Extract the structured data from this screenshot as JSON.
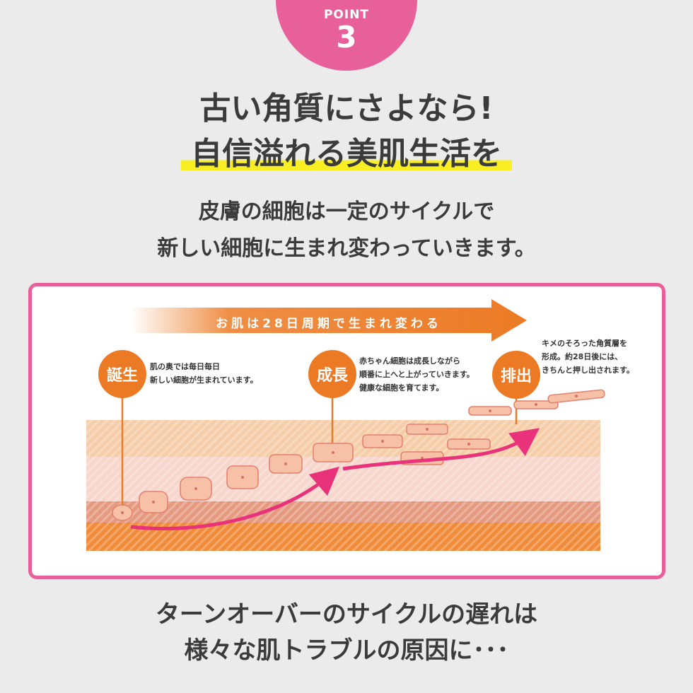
{
  "badge": {
    "label": "POINT",
    "number": "3"
  },
  "title": {
    "line1": "古い角質にさよなら!",
    "line2": "自信溢れる美肌生活を"
  },
  "subtitle": {
    "line1": "皮膚の細胞は一定のサイクルで",
    "line2": "新しい細胞に生まれ変わっていきます。"
  },
  "diagram": {
    "banner": "お肌は28日周期で生まれ変わる",
    "stages": [
      {
        "label": "誕生",
        "desc1": "肌の奥では毎日毎日",
        "desc2": "新しい細胞が生まれています。",
        "desc3": ""
      },
      {
        "label": "成長",
        "desc1": "赤ちゃん細胞は成長しながら",
        "desc2": "順番に上へと上がっていきます。",
        "desc3": "健康な細胞を育てます。"
      },
      {
        "label": "排出",
        "desc1": "キメのそろった角質層を",
        "desc2": "形成。約28日後には、",
        "desc3": "きちんと押し出されます。"
      }
    ],
    "colors": {
      "accent_pink": "#e8609a",
      "arrow_orange": "#ec7a24",
      "curve_pink": "#e8337b",
      "layer_top": "#f5cda8",
      "layer_mid": "#f7d6cc",
      "layer_dark": "#e59a80",
      "layer_base": "#f08b3a"
    }
  },
  "bottom": {
    "line1": "ターンオーバーのサイクルの遅れは",
    "line2": "様々な肌トラブルの原因に･･･"
  }
}
